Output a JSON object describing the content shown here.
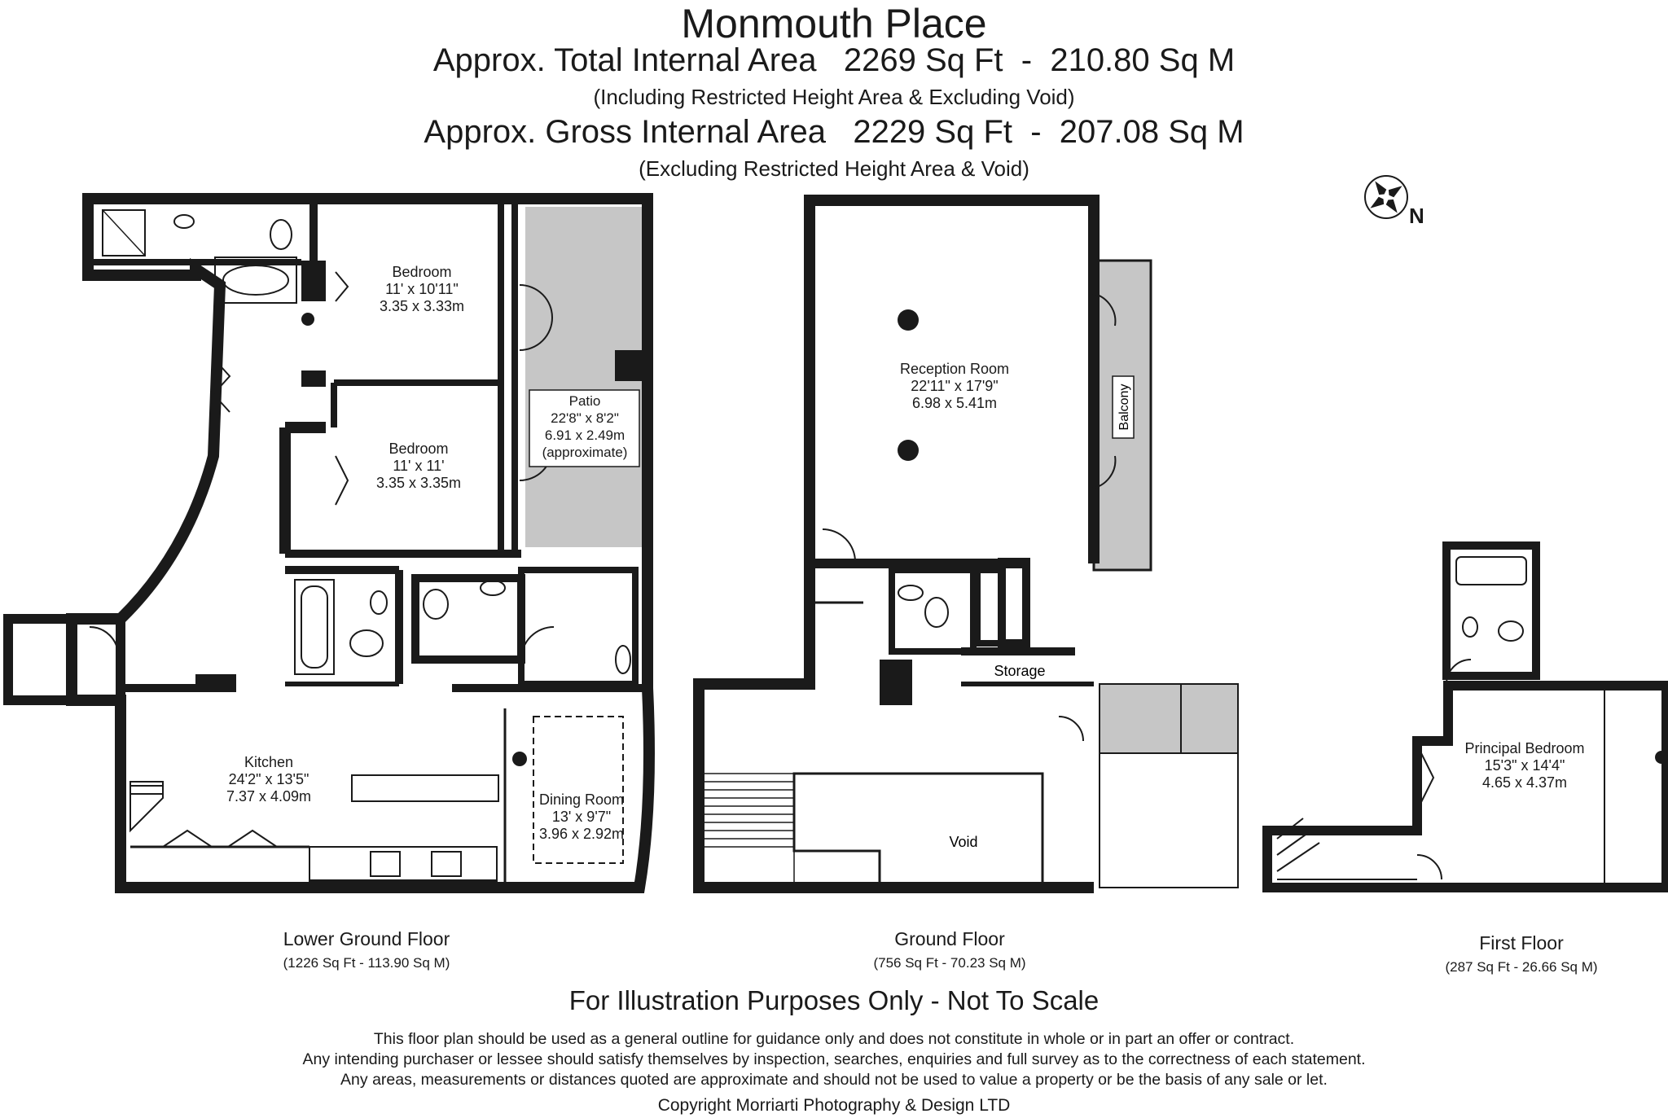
{
  "header": {
    "title": "Monmouth Place",
    "total_area": "Approx. Total Internal Area   2269 Sq Ft  -  210.80 Sq M",
    "total_note": "(Including Restricted Height Area & Excluding Void)",
    "gross_area": "Approx. Gross Internal Area   2229 Sq Ft  -  207.08 Sq M",
    "gross_note": "(Excluding Restricted Height Area & Void)"
  },
  "compass": {
    "label": "N",
    "icon": "compass-rose-icon"
  },
  "floors": [
    {
      "name": "Lower Ground Floor",
      "area": "(1226 Sq Ft  -  113.90 Sq M)"
    },
    {
      "name": "Ground Floor",
      "area": "(756 Sq Ft  -  70.23 Sq M)"
    },
    {
      "name": "First Floor",
      "area": "(287 Sq Ft  -  26.66 Sq M)"
    }
  ],
  "rooms": {
    "bedroom1": {
      "name": "Bedroom",
      "imperial": "11' x 10'11\"",
      "metric": "3.35 x 3.33m"
    },
    "bedroom2": {
      "name": "Bedroom",
      "imperial": "11' x 11'",
      "metric": "3.35 x 3.35m"
    },
    "patio": {
      "name": "Patio",
      "imperial": "22'8\" x 8'2\"",
      "metric": "6.91 x 2.49m",
      "note": "(approximate)"
    },
    "kitchen": {
      "name": "Kitchen",
      "imperial": "24'2\" x 13'5\"",
      "metric": "7.37 x 4.09m"
    },
    "dining": {
      "name": "Dining Room",
      "imperial": "13' x 9'7\"",
      "metric": "3.96 x 2.92m"
    },
    "reception": {
      "name": "Reception Room",
      "imperial": "22'11\" x 17'9\"",
      "metric": "6.98 x 5.41m"
    },
    "balcony": {
      "name": "Balcony"
    },
    "storage": {
      "name": "Storage"
    },
    "void": {
      "name": "Void"
    },
    "principal": {
      "name": "Principal Bedroom",
      "imperial": "15'3\" x 14'4\"",
      "metric": "4.65 x 4.37m"
    }
  },
  "footer": {
    "illustration": "For Illustration Purposes Only - Not To Scale",
    "disclaimer_1": "This floor plan should be used as a general outline for guidance only and does not constitute in whole or in part an offer or contract.",
    "disclaimer_2": "Any intending purchaser or lessee should satisfy themselves by inspection, searches, enquiries and full survey as to the correctness of each statement.",
    "disclaimer_3": "Any areas, measurements or distances quoted are approximate and should not be used to value a property or be the basis of any sale or let.",
    "copyright": "Copyright Morriarti Photography & Design LTD"
  },
  "colors": {
    "wall": "#1a1a1a",
    "outdoor_fill": "#c6c6c6",
    "background": "#ffffff"
  }
}
